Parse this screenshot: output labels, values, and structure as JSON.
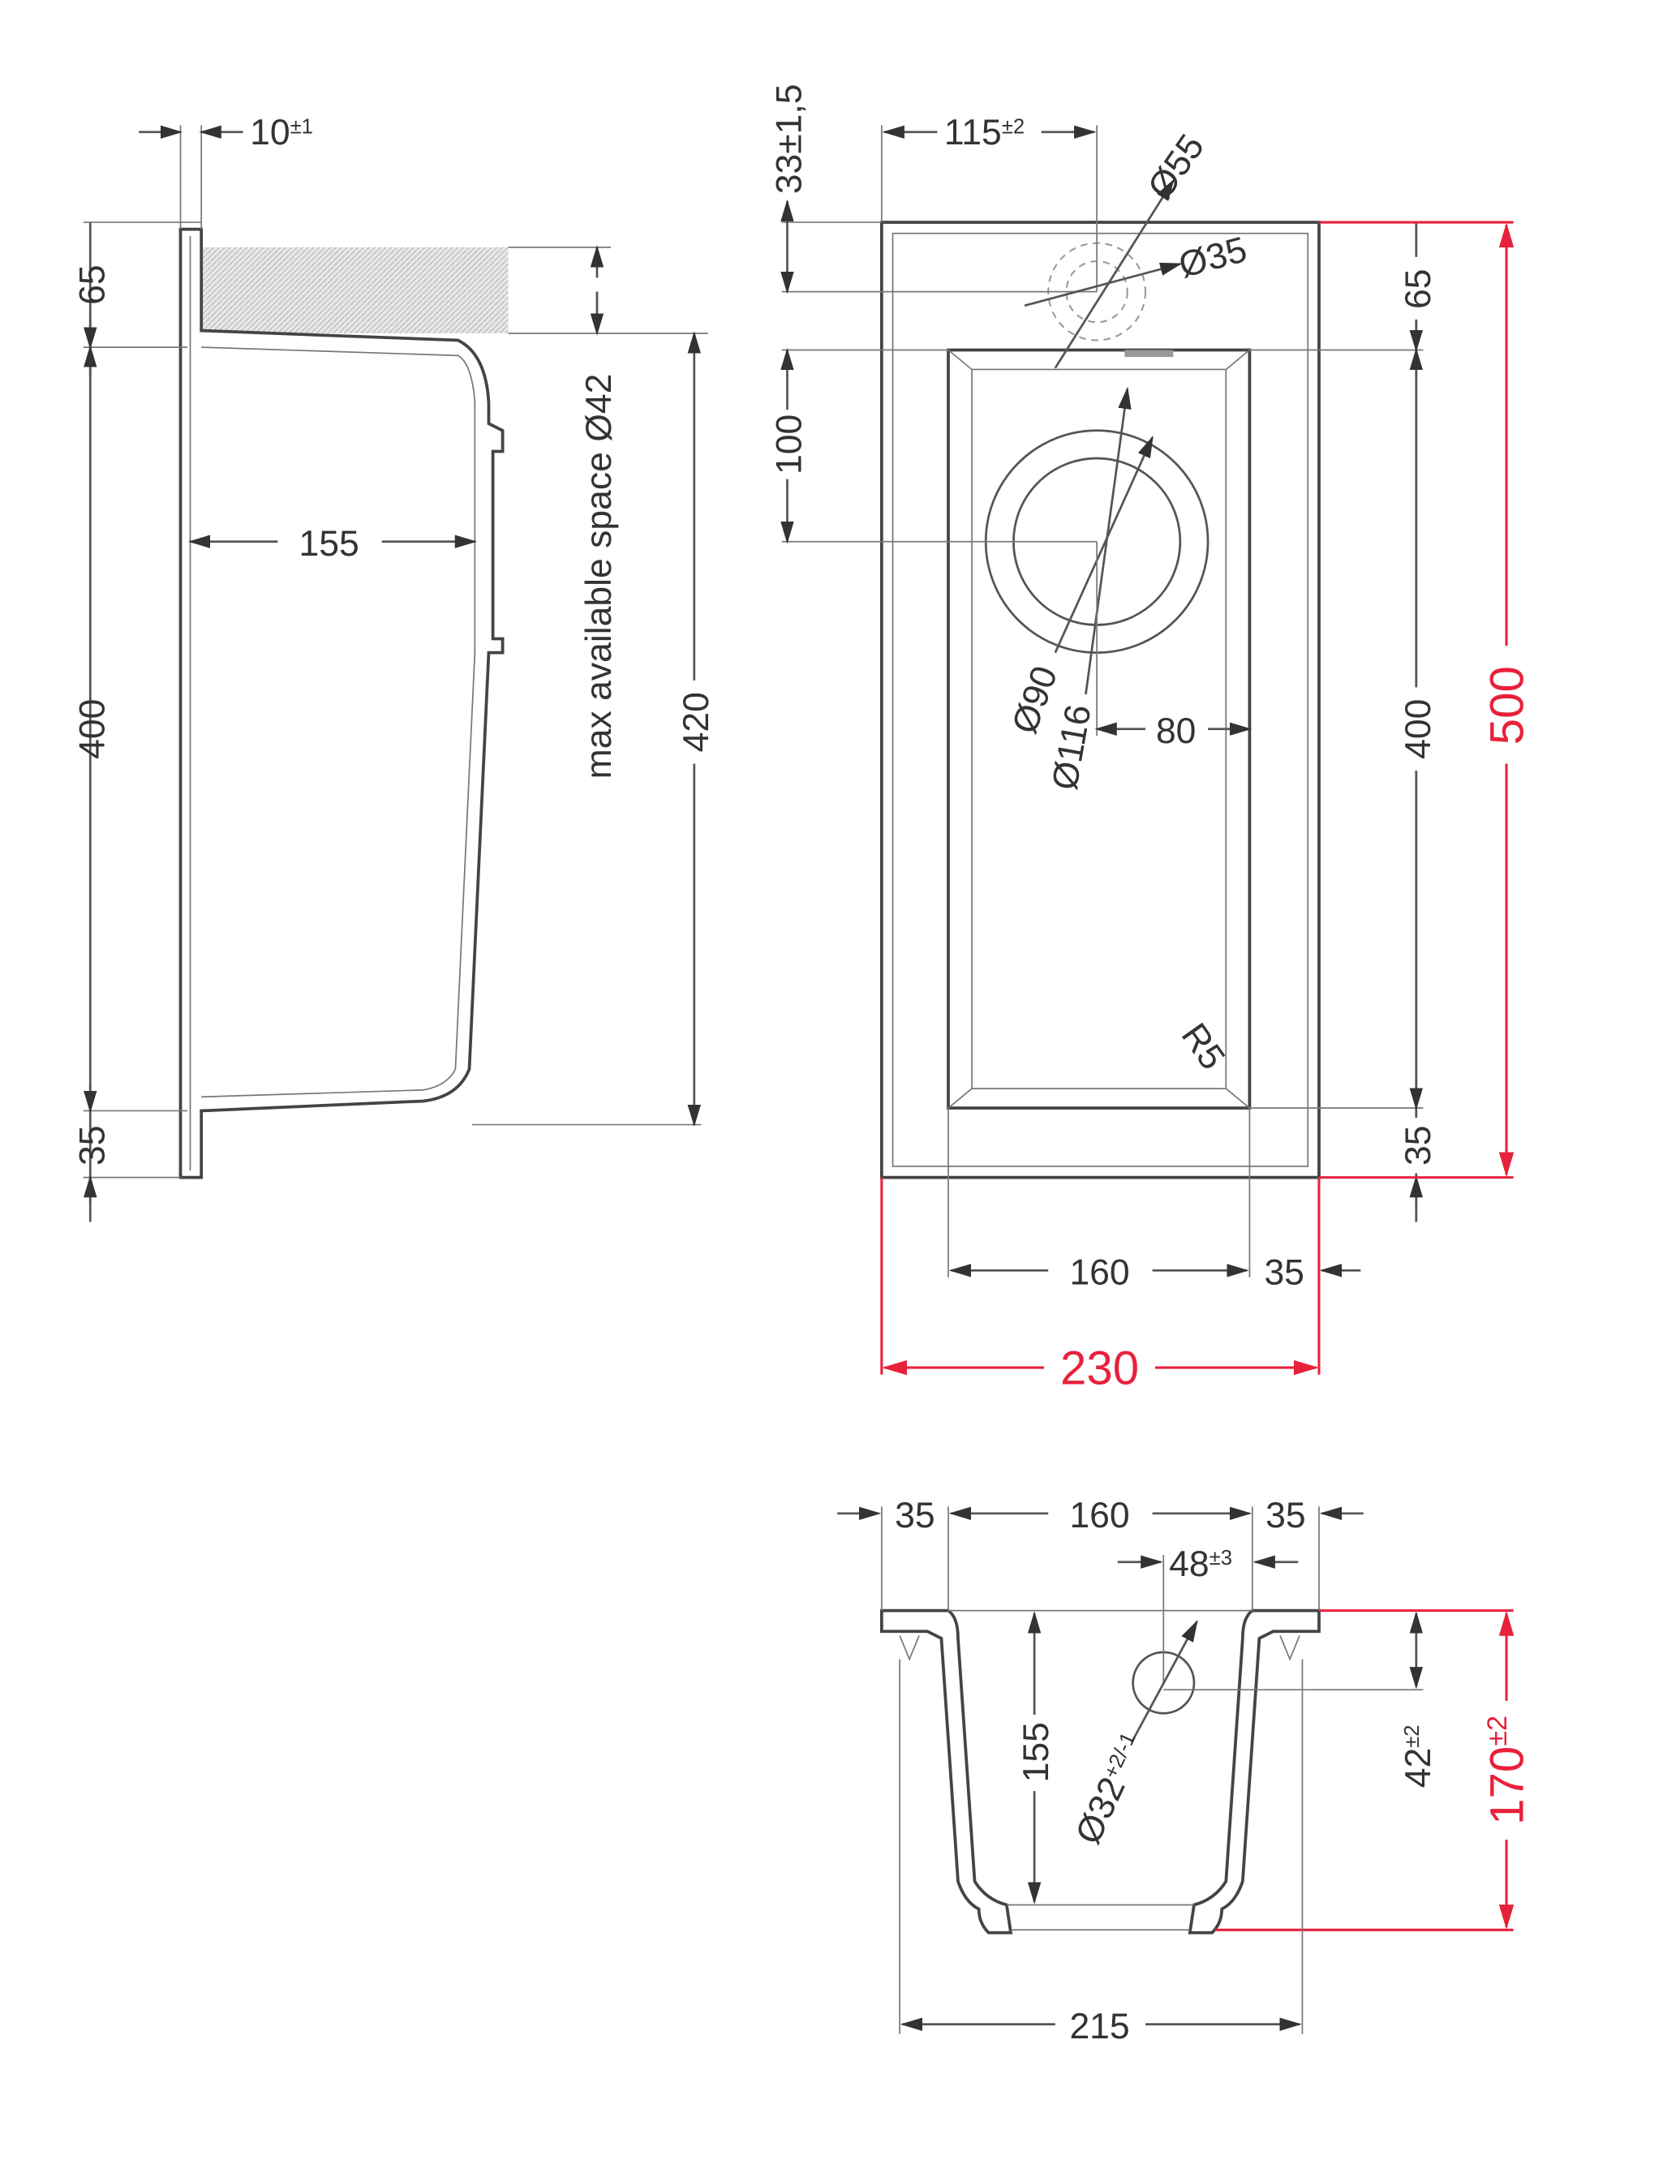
{
  "side_view": {
    "flange_thickness": "10",
    "flange_thickness_tol": "±1",
    "top_height": "65",
    "bowl_depth": "400",
    "bottom_height": "35",
    "inner_width": "155",
    "overall_depth": "420",
    "note": "max available space Ø42"
  },
  "top_view": {
    "tap_offset": "115",
    "tap_offset_tol": "±2",
    "tap_from_edge": "33±1,5",
    "tap_outer_dia": "Ø55",
    "tap_hole_dia": "Ø35",
    "drain_offset": "100",
    "drain_inner_dia": "Ø90",
    "drain_outer_dia": "Ø116",
    "drain_side_offset": "80",
    "corner_radius": "R5",
    "right_top": "65",
    "right_bowl": "400",
    "right_bottom": "35",
    "bowl_width": "160",
    "side_rim": "35",
    "overall_length": "500",
    "overall_width": "230"
  },
  "front_view": {
    "rim_left": "35",
    "bowl_width": "160",
    "rim_right": "35",
    "overflow_offset": "48",
    "overflow_offset_tol": "±3",
    "bowl_depth": "155",
    "overflow_dia": "Ø32",
    "overflow_dia_tol": "+2/-1",
    "overflow_height": "42",
    "overflow_height_tol": "±2",
    "overall_height": "170",
    "overall_height_tol": "±2",
    "base_width": "215"
  },
  "colors": {
    "line": "#444444",
    "highlight": "#e8213b"
  }
}
